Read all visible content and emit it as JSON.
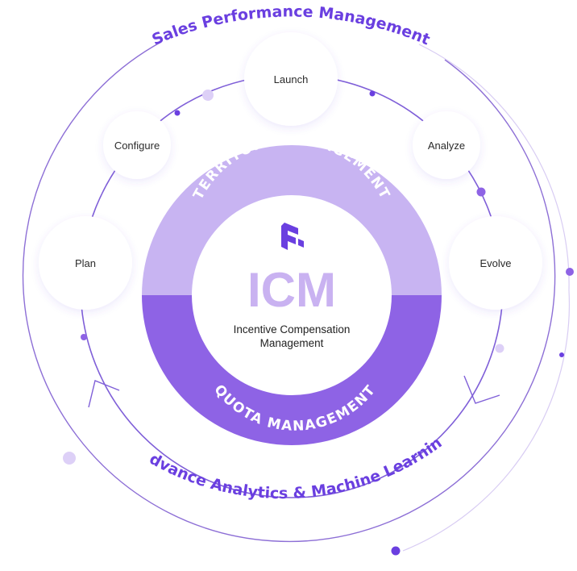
{
  "colors": {
    "primary": "#6a3fe0",
    "ring_top": "#c8b4f2",
    "ring_bottom": "#8e63e5",
    "icm_text": "#c9b2f1",
    "node_fill": "#ffffff",
    "line": "#8768d8",
    "dot_light": "#ddd0f7"
  },
  "outer_label": "Sales Performance Management",
  "bottom_label": "Advance Analytics & Machine Learning",
  "ring": {
    "top_label": "TERRITORY MANAGEMENT",
    "bottom_label": "QUOTA MANAGEMENT"
  },
  "center": {
    "logo_icon": "icm-logo-icon",
    "acronym": "ICM",
    "line1": "Incentive Compensation",
    "line2": "Management"
  },
  "stages": [
    {
      "id": "launch",
      "label": "Launch"
    },
    {
      "id": "analyze",
      "label": "Analyze"
    },
    {
      "id": "evolve",
      "label": "Evolve"
    },
    {
      "id": "plan",
      "label": "Plan"
    },
    {
      "id": "configure",
      "label": "Configure"
    }
  ],
  "icons": {
    "cycle_arrow_left": "arrow-up-icon",
    "cycle_arrow_right": "arrow-down-icon"
  }
}
